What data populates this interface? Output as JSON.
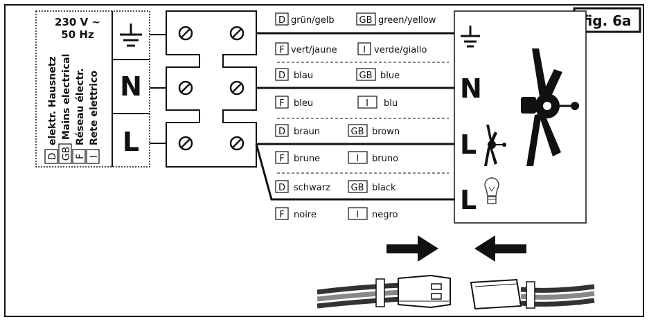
{
  "figure_label": "fig. 6a",
  "supply": {
    "voltage": "230 V ~",
    "frequency": "50 Hz",
    "names": [
      {
        "code": "D",
        "text": "elektr. Hausnetz"
      },
      {
        "code": "GB",
        "text": "Mains electrical"
      },
      {
        "code": "F",
        "text": "Réseau électr."
      },
      {
        "code": "I",
        "text": "Rete elettrico"
      }
    ]
  },
  "terminals": {
    "left": [
      "N",
      "L"
    ],
    "right": [
      "N",
      "L",
      "L"
    ]
  },
  "wire_colors": {
    "earth": {
      "D": "grün/gelb",
      "GB": "green/yellow",
      "F": "vert/jaune",
      "I": "verde/giallo"
    },
    "neutral": {
      "D": "blau",
      "GB": "blue",
      "F": "bleu",
      "I": "blu"
    },
    "live_fan": {
      "D": "braun",
      "GB": "brown",
      "F": "brune",
      "I": "bruno"
    },
    "live_light": {
      "D": "schwarz",
      "GB": "black",
      "F": "noire",
      "I": "negro"
    }
  },
  "lang_codes": {
    "D": "D",
    "GB": "GB",
    "F": "F",
    "I": "I"
  },
  "icons": [
    "earth-icon",
    "fan-icon",
    "light-bulb-icon",
    "arrow-right-icon",
    "arrow-left-icon",
    "connector-icon"
  ]
}
